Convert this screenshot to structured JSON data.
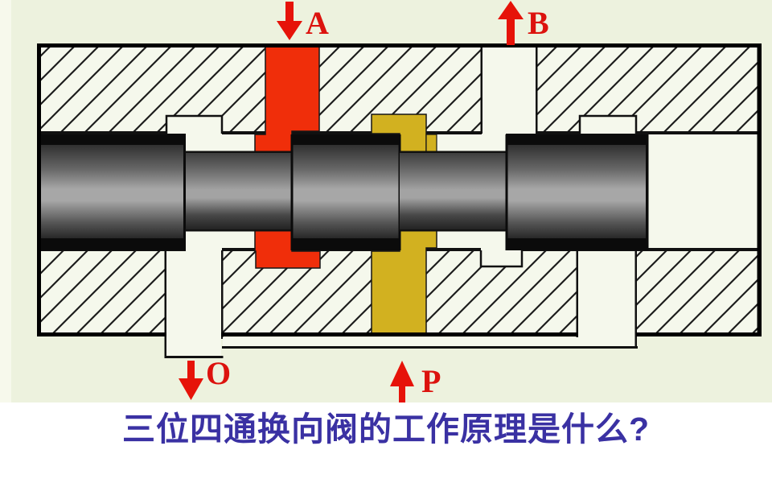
{
  "caption": {
    "text": "三位四通换向阀的工作原理是什么?",
    "color": "#3a31a3"
  },
  "ports": {
    "a": {
      "label": "A",
      "arrow_direction": "down"
    },
    "b": {
      "label": "B",
      "arrow_direction": "up"
    },
    "o": {
      "label": "O",
      "arrow_direction": "down"
    },
    "p": {
      "label": "P",
      "arrow_direction": "up"
    }
  },
  "colors": {
    "background": "#edf2de",
    "caption_background": "#ffffff",
    "fluid_red": "#f02e0a",
    "fluid_yellow": "#d2b120",
    "arrow_red": "#e61309",
    "label_red": "#dc130e",
    "body_fill": "#f5f8ec",
    "hatch_line": "#1d1d1d",
    "outline_black": "#111111"
  }
}
